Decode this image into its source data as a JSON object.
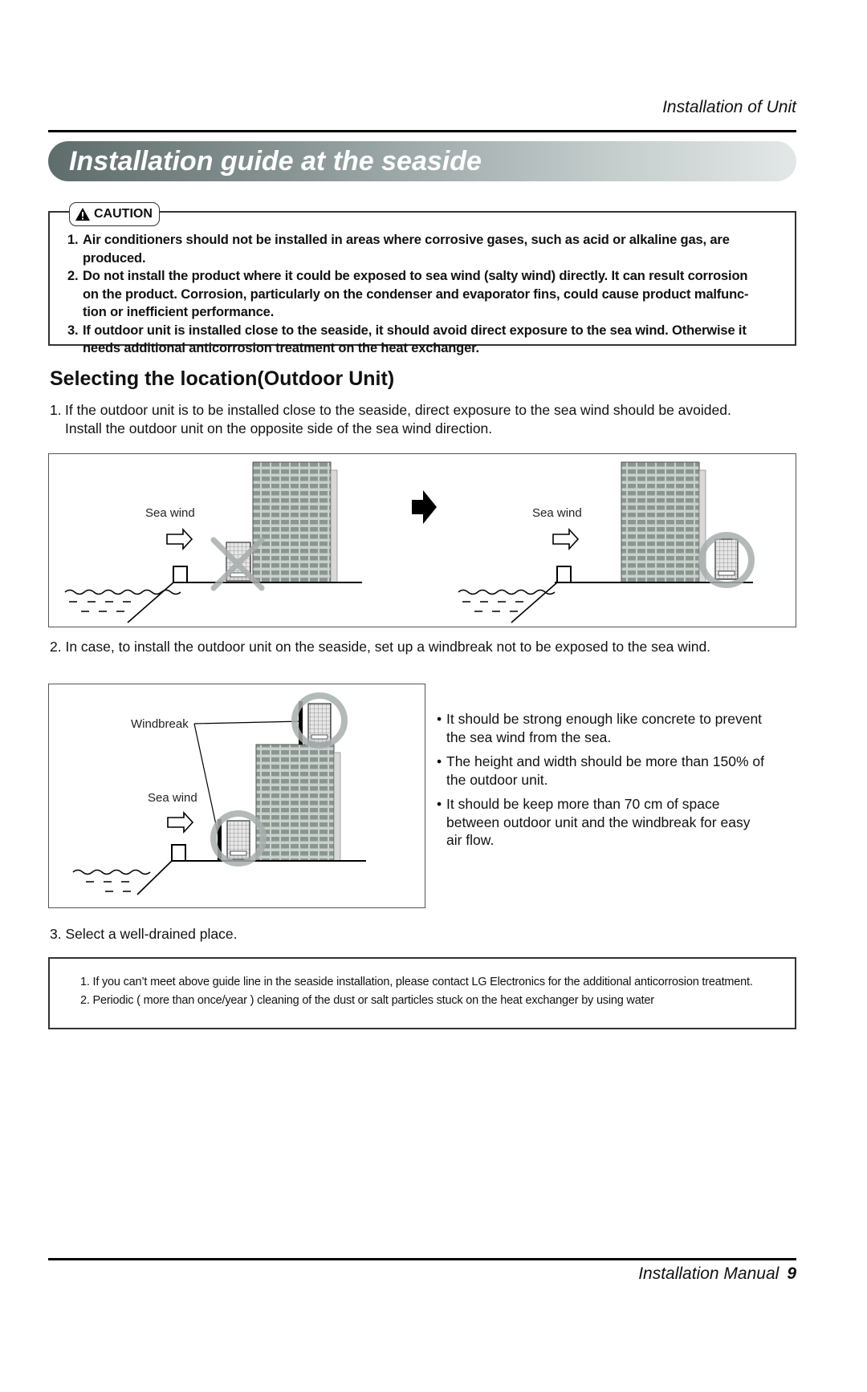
{
  "header": {
    "section": "Installation of Unit"
  },
  "banner": {
    "title": "Installation guide at the seaside"
  },
  "caution": {
    "label": "CAUTION",
    "items": [
      {
        "num": "1.",
        "lines": [
          "Air conditioners should not be installed in areas where corrosive gases, such as acid or alkaline gas, are produced."
        ]
      },
      {
        "num": "2.",
        "lines": [
          "Do not install the product where it could be exposed to sea  wind (salty wind) directly. It can result corrosion",
          "on the product. Corrosion, particularly on the condenser and evaporator  fins, could cause product malfunc-",
          "tion or inefficient performance."
        ]
      },
      {
        "num": "3.",
        "lines": [
          "If outdoor unit is installed close to the seaside, it should  avoid direct exposure to the sea wind. Otherwise it",
          "needs additional anticorrosion treatment on the heat exchanger."
        ]
      }
    ]
  },
  "section": {
    "heading": "Selecting the location(Outdoor Unit)",
    "step1": {
      "num": "1.",
      "lines": [
        "If the outdoor unit is to be installed close to the seaside, direct exposure to the sea wind should be avoided.",
        "Install the outdoor unit on the opposite side of the sea wind direction."
      ]
    },
    "fig1": {
      "left_label": "Sea wind",
      "right_label": "Sea wind"
    },
    "step2": {
      "text": "2. In case, to install the outdoor unit on the seaside, set up a windbreak not to be exposed to the sea wind."
    },
    "fig2": {
      "windbreak_label": "Windbreak",
      "wind_label": "Sea wind"
    },
    "bullets": [
      {
        "lines": [
          "It should be strong enough like concrete to prevent",
          "the sea wind from the sea."
        ]
      },
      {
        "lines": [
          "The height and width should be more than 150% of",
          "the outdoor unit."
        ]
      },
      {
        "lines": [
          "It should be keep more than 70 cm of space",
          "between outdoor unit and the windbreak for easy",
          "air flow."
        ]
      }
    ],
    "step3": {
      "text": "3. Select a well-drained place."
    }
  },
  "notes": [
    "1. If you can’t meet above guide line in the seaside installation, please contact LG Electronics for the additional anticorrosion treatment.",
    "2. Periodic ( more than once/year ) cleaning of the dust or salt particles stuck on the heat exchanger by using water"
  ],
  "footer": {
    "manual": "Installation Manual",
    "page": "9"
  }
}
